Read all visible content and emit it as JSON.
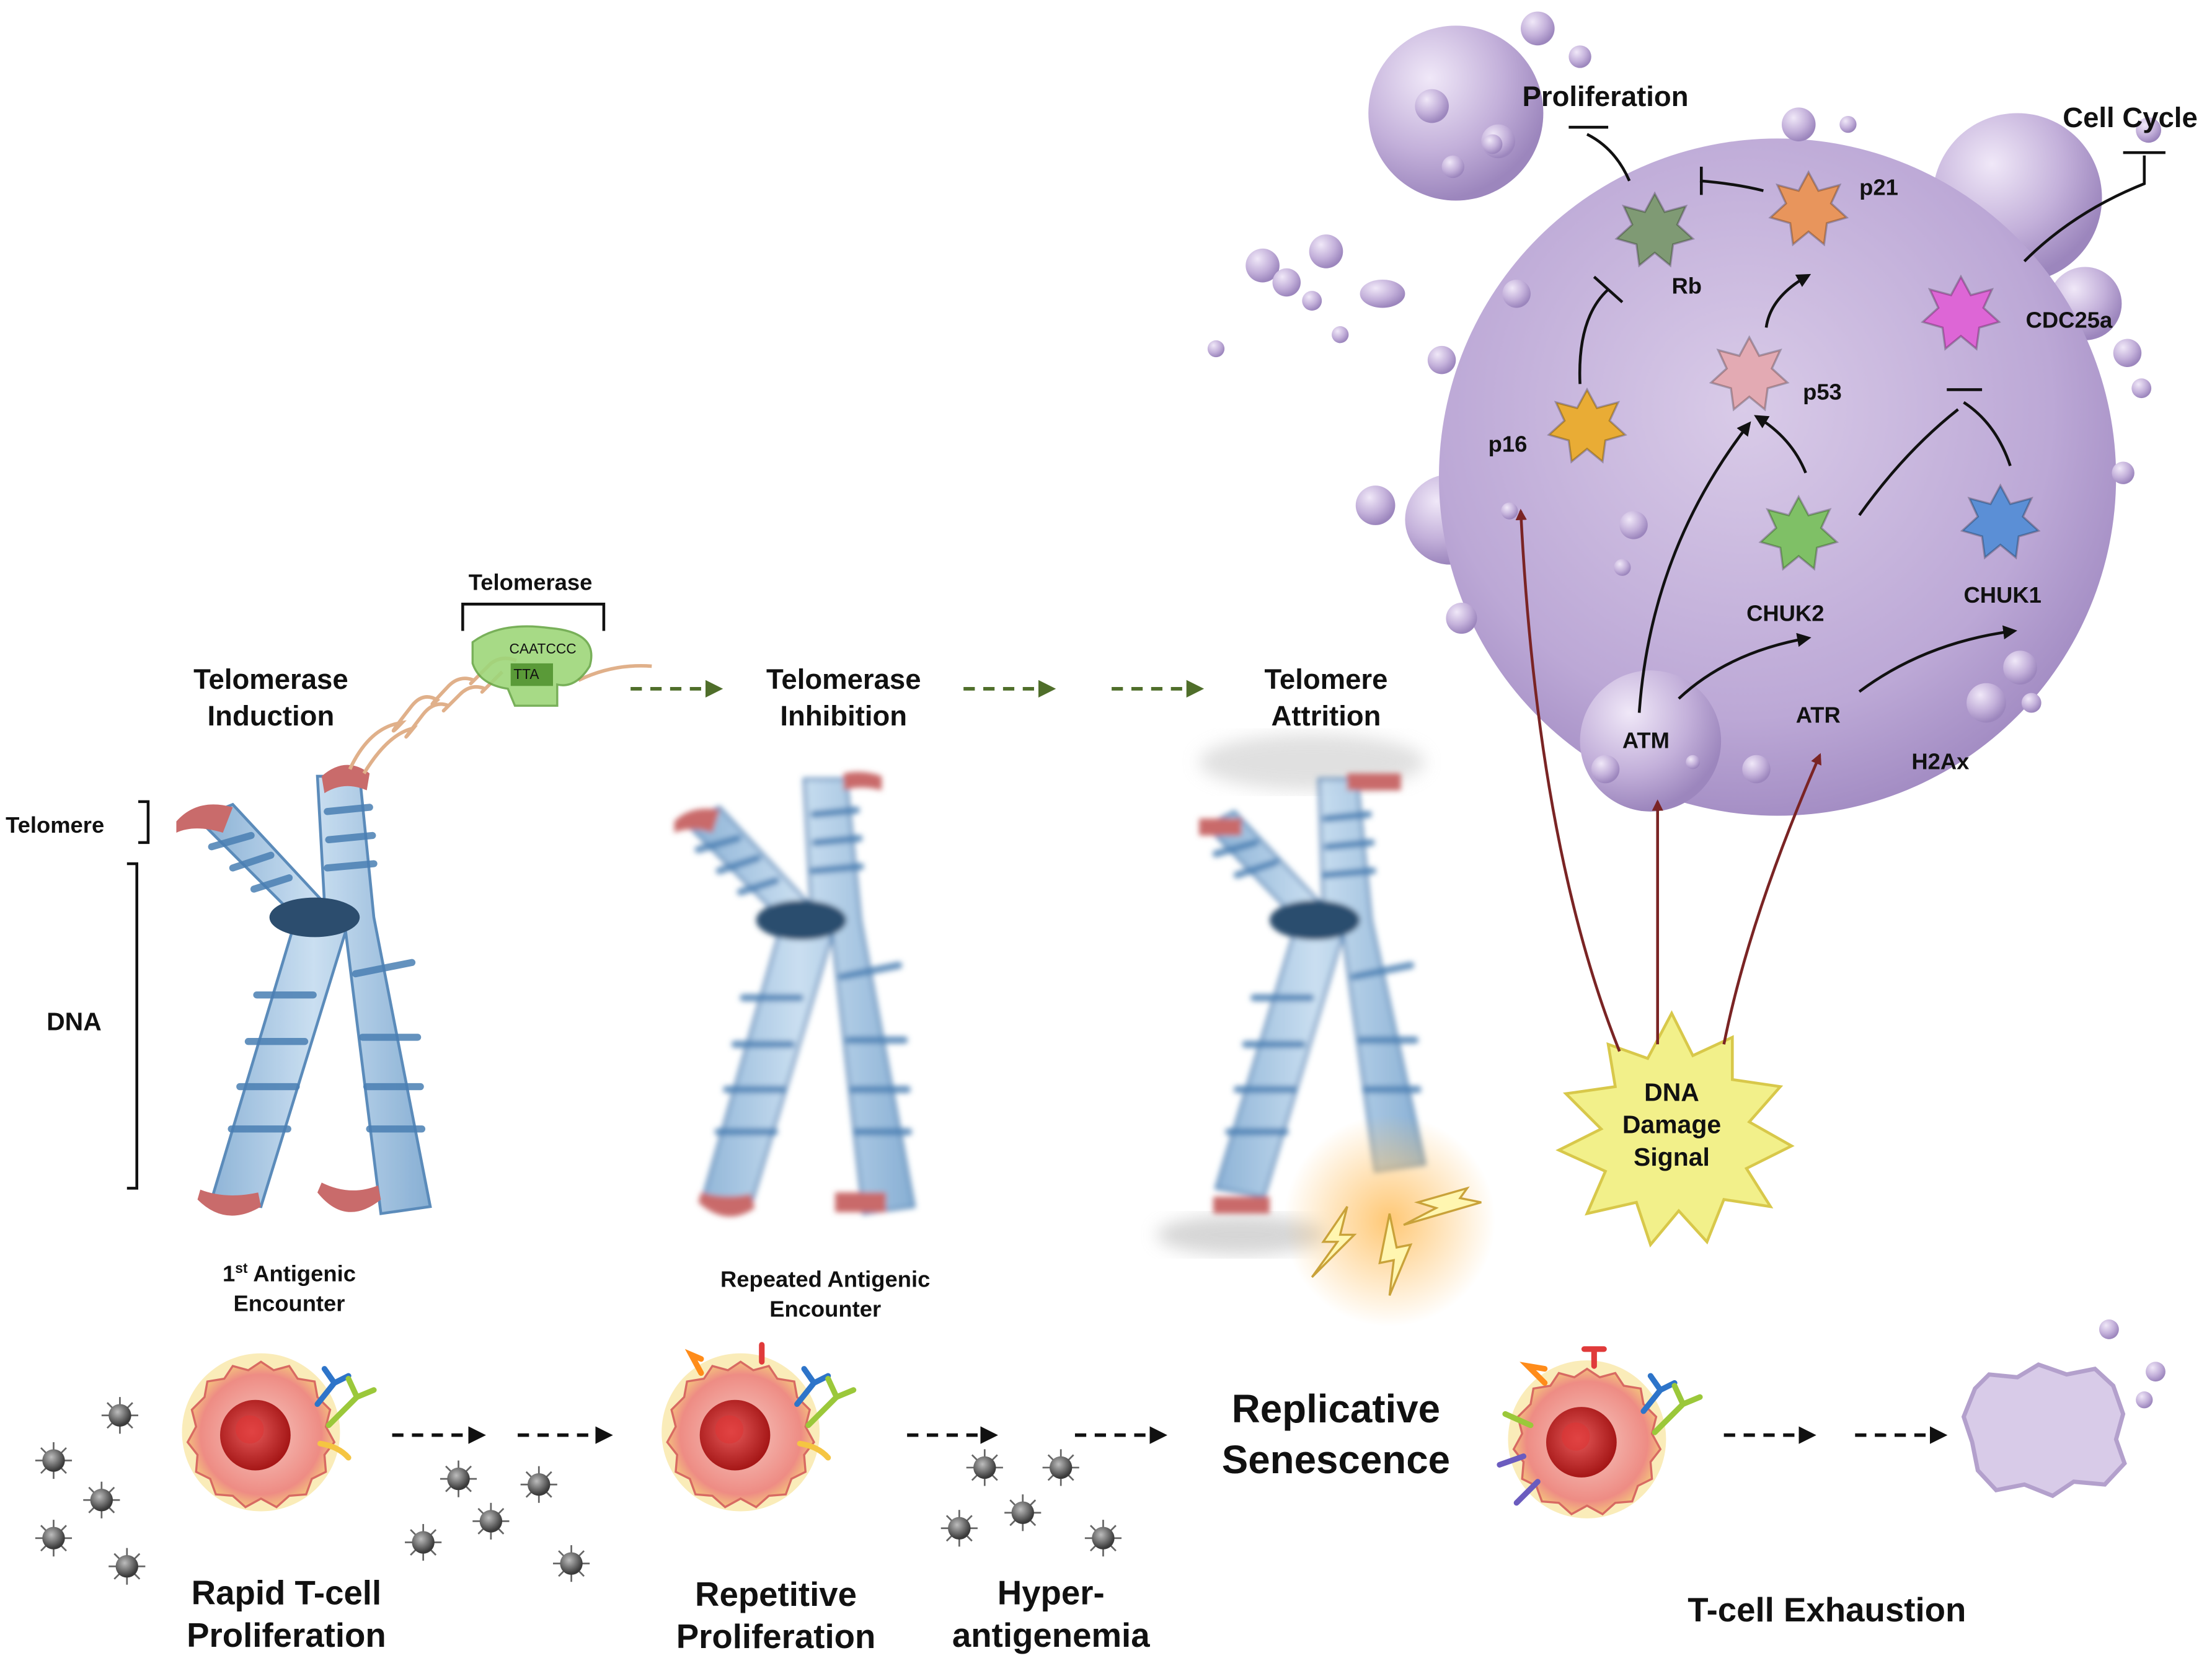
{
  "stages": {
    "s1": {
      "line1": "Telomerase",
      "line2": "Induction"
    },
    "s2": {
      "line1": "Telomerase",
      "line2": "Inhibition"
    },
    "s3": {
      "line1": "Telomere",
      "line2": "Attrition"
    }
  },
  "telomerase": {
    "label": "Telomerase",
    "seq_top": "CAATCCC",
    "seq_bottom": "TTA"
  },
  "chromosome_labels": {
    "telomere": "Telomere",
    "dna": "DNA"
  },
  "encounters": {
    "first": {
      "line1": "1st Antigenic",
      "line1_main": "1",
      "line1_sup": "st",
      "line1_rest": " Antigenic",
      "line2": "Encounter"
    },
    "repeated": {
      "line1": "Repeated Antigenic",
      "line2": "Encounter"
    }
  },
  "bottom": {
    "rapid": {
      "line1": "Rapid T-cell",
      "line2": "Proliferation"
    },
    "repetitive": {
      "line1": "Repetitive",
      "line2": "Proliferation"
    },
    "hyper": {
      "line1": "Hyper-",
      "line2": "antigenemia"
    },
    "senescence": {
      "line1": "Replicative",
      "line2": "Senescence"
    },
    "exhaustion": "T-cell Exhaustion"
  },
  "cell": {
    "proliferation": "Proliferation",
    "cell_cycle": "Cell Cycle",
    "proteins": {
      "rb": "Rb",
      "p21": "p21",
      "p16": "p16",
      "p53": "p53",
      "cdc25a": "CDC25a",
      "chuk2": "CHUK2",
      "chuk1": "CHUK1",
      "atm": "ATM",
      "atr": "ATR",
      "h2ax": "H2Ax"
    }
  },
  "damage": {
    "line1": "DNA",
    "line2": "Damage",
    "line3": "Signal"
  },
  "colors": {
    "cell": "#c3b0da",
    "chromosome": "#9cc0df",
    "band": "#4a7fb3",
    "telomere_cap": "#c96b6b",
    "arrow_green": "#4f6e2a",
    "arrow_red": "#7a2424",
    "starburst": "#f2f08a",
    "rb": "#7f9a74",
    "p21": "#e8955c",
    "p16": "#e9ac35",
    "p53": "#e3aab3",
    "cdc25a": "#dd66d6",
    "chuk2": "#7fc066",
    "chuk1": "#5b8fd6"
  }
}
